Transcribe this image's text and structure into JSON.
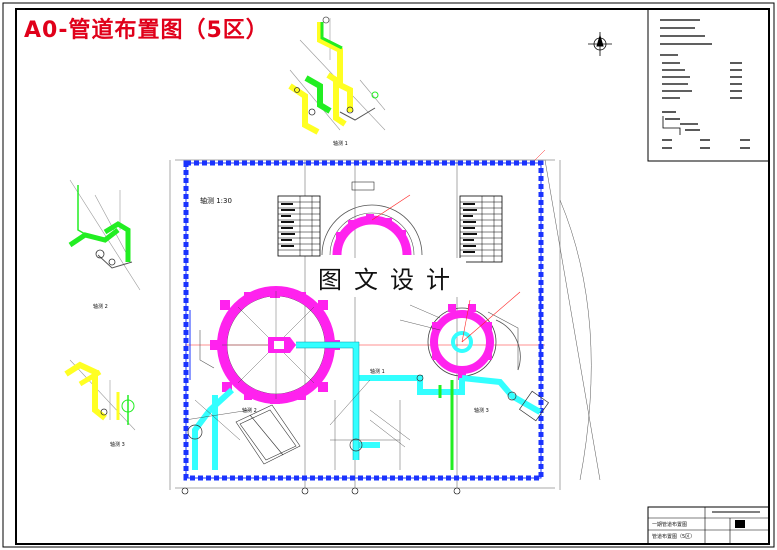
{
  "title": "A0-管道布置图（5区）",
  "watermark": "图文设计",
  "plan": {
    "scale_label": "轴测 1:30",
    "view_labels": [
      "轴测 1",
      "轴测 2",
      "轴测 3"
    ],
    "iso_labels": [
      "轴测 1",
      "轴测 2",
      "轴测 3"
    ]
  },
  "title_block": {
    "line1": "一期管道布置图",
    "line2": "管道布置图（5区）"
  },
  "colors": {
    "frame": "#000000",
    "wall": "#1a33ff",
    "vessel": "#ff22ee",
    "pipe_cyan": "#33ffff",
    "pipe_green": "#22ee22",
    "pipe_yellow": "#ffff22",
    "title_red": "#e0001a",
    "dim_red": "#ff2222"
  },
  "icons": [
    "north-arrow-icon"
  ]
}
